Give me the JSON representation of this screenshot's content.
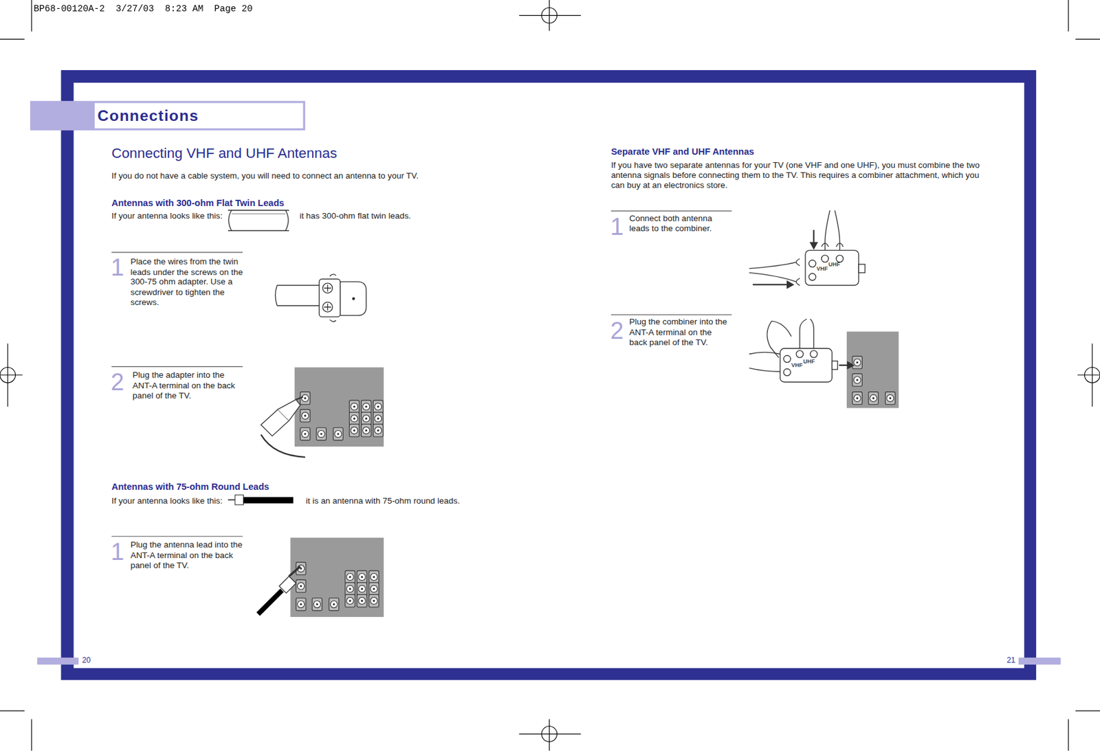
{
  "diagram": {
    "title": "Connecting VHF and UHF Antennas",
    "nodes": [
      {
        "text": [
          "Connections"
        ]
      }
    ],
    "labels": [
      "BP68-00120A-2  3/27/03  8:23 AM  Page 20",
      "If you do not have a cable system, you will need to connect an antenna to your TV.",
      "Antennas with 300-ohm Flat Twin Leads",
      "If your antenna looks like this:",
      "it has 300-ohm flat twin leads.",
      "1",
      "Place the wires from the twin leads under the screws on the 300-75 ohm adapter. Use a screwdriver to tighten the screws.",
      "2",
      "Plug the adapter into the ANT-A terminal on the back panel of the TV.",
      "Antennas with 75-ohm Round Leads",
      "If your antenna looks like this:",
      "it is an antenna with 75-ohm round leads.",
      "1",
      "Plug the antenna lead into the ANT-A terminal on the back panel of the TV.",
      "Separate VHF and UHF Antennas",
      "If you have two separate antennas for your TV (one VHF and one UHF), you must combine the two antenna signals before connecting them to the TV. This requires a combiner attachment, which you can buy at an electronics store.",
      "1",
      "Connect both antenna leads to the combiner.",
      "2",
      "Plug the combiner into the ANT-A terminal on the back panel of the TV.",
      "VHF",
      "UHF",
      "VHF",
      "UHF",
      "20",
      "21"
    ]
  }
}
